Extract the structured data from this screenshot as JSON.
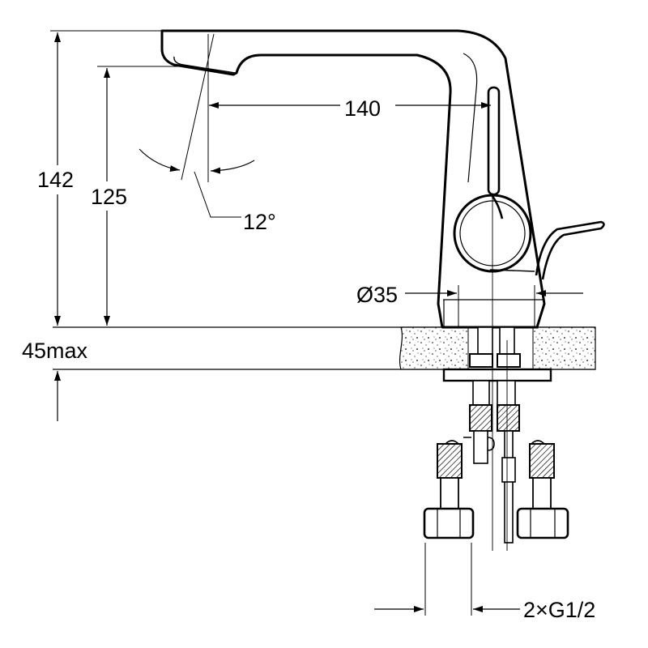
{
  "dimensions": {
    "total_height": "142",
    "spout_height": "125",
    "spout_reach": "140",
    "spout_angle": "12°",
    "base_diameter": "Ø35",
    "counter_thickness": "45max",
    "connections": "2×G1/2"
  }
}
